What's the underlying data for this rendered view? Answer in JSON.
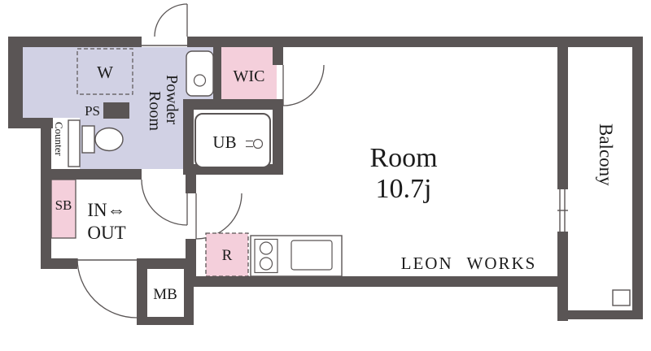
{
  "colors": {
    "wall": "#5a5555",
    "powder_room_fill": "#d1d1e4",
    "closet_fill": "#f4cfdb",
    "background": "#ffffff",
    "text": "#1c1c1c"
  },
  "labels": {
    "washer": "W",
    "pipe_shaft": "PS",
    "powder_room_1": "Powder",
    "powder_room_2": "Room",
    "walk_in_closet": "WIC",
    "unit_bath": "UB",
    "counter": "Counter",
    "shoe_box": "SB",
    "entrance_1": "IN⇔",
    "entrance_2": "OUT",
    "refrigerator": "R",
    "meter_box": "MB",
    "main_room_1": "Room",
    "main_room_2": "10.7j",
    "brand": "LEON WORKS",
    "balcony": "Balcony"
  }
}
